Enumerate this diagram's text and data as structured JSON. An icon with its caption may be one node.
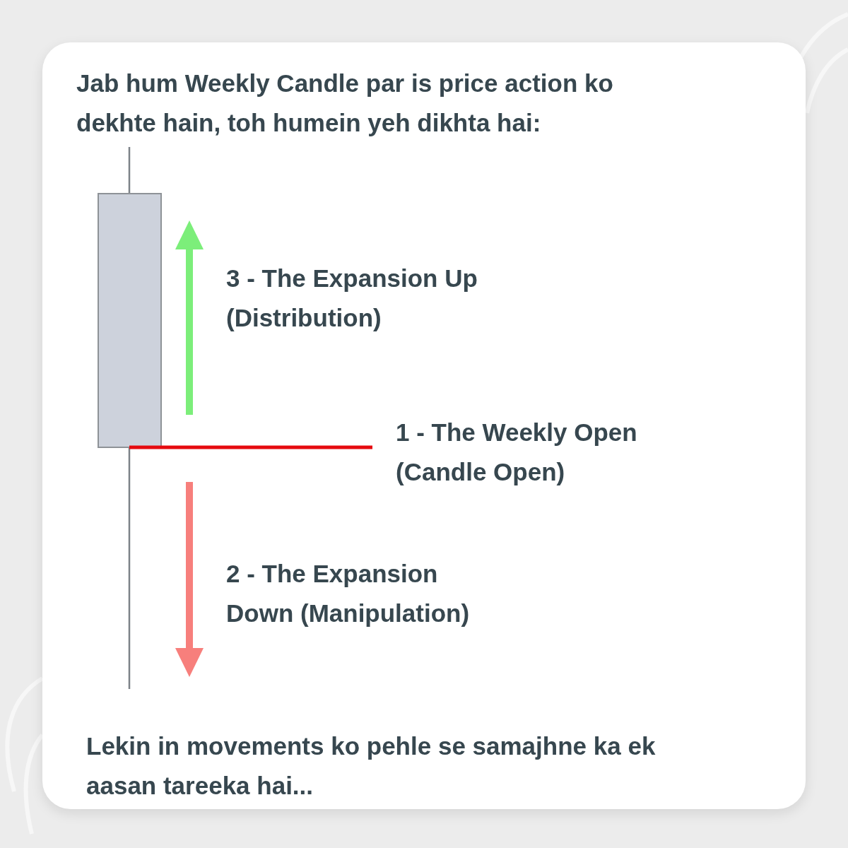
{
  "diagram": {
    "title": "Jab hum Weekly Candle par is price action ko dekhte hain, toh humein yeh dikhta hai:",
    "labels": [
      "3 - The Expansion Up (Distribution)",
      "1 - The Weekly Open (Candle Open)",
      "2 - The Expansion Down (Manipulation)"
    ],
    "caption": "Lekin in movements ko pehle se samajhne ka ek aasan tareeka hai..."
  }
}
